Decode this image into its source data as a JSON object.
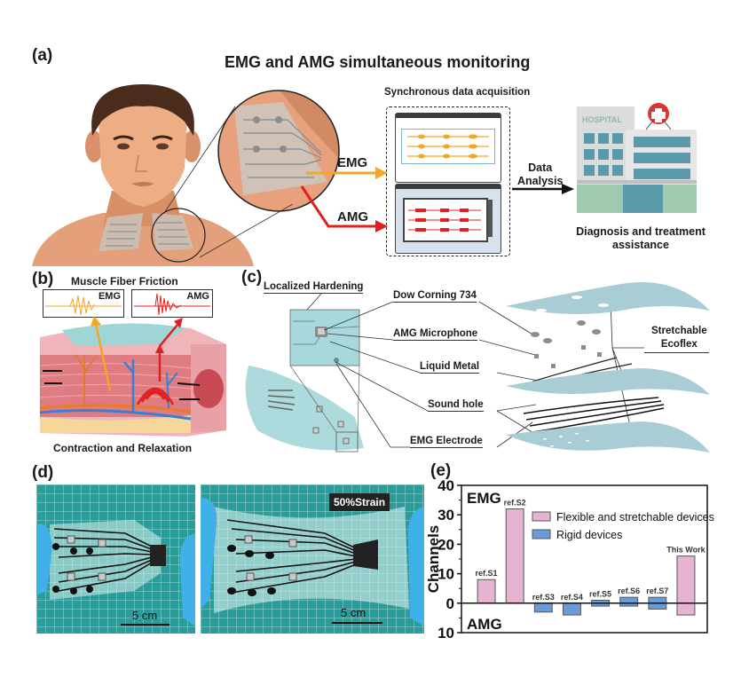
{
  "panel_a": {
    "label": "(a)",
    "title": "EMG and AMG simultaneous monitoring",
    "acquisition_label": "Synchronous data acquisition",
    "emg_label": "EMG",
    "amg_label": "AMG",
    "analysis_label_line1": "Data",
    "analysis_label_line2": "Analysis",
    "hospital_sign": "HOSPITAL",
    "outcome_line1": "Diagnosis and treatment",
    "outcome_line2": "assistance",
    "colors": {
      "emg": "#f5a623",
      "amg": "#e02020"
    }
  },
  "panel_b": {
    "label": "(b)",
    "title": "Muscle Fiber Friction",
    "emg_label": "EMG",
    "amg_label": "AMG",
    "caption": "Contraction and Relaxation"
  },
  "panel_c": {
    "label": "(c)",
    "callouts": [
      "Localized Hardening",
      "Dow Corning 734",
      "AMG Microphone",
      "Liquid Metal",
      "Sound hole",
      "EMG Electrode"
    ],
    "layer_label_line1": "Stretchable",
    "layer_label_line2": "Ecoflex"
  },
  "panel_d": {
    "label": "(d)",
    "left_scale": "5 cm",
    "right_scale": "5 cm",
    "strain_badge": "50%Strain"
  },
  "chart_data": {
    "type": "bar",
    "panel_label": "(e)",
    "title": "",
    "ylabel": "Channels",
    "xlabel": "",
    "ylim": [
      -10,
      40
    ],
    "yticks": [
      -10,
      0,
      10,
      20,
      30,
      40
    ],
    "ytick_labels": [
      "10",
      "0",
      "10",
      "20",
      "30",
      "40"
    ],
    "upper_region_label": "EMG",
    "lower_region_label": "AMG",
    "categories": [
      "ref.S1",
      "ref.S2",
      "ref.S3",
      "ref.S4",
      "ref.S5",
      "ref.S6",
      "ref.S7",
      "This Work"
    ],
    "device_type": [
      "flexible",
      "flexible",
      "rigid",
      "rigid",
      "rigid",
      "rigid",
      "rigid",
      "flexible"
    ],
    "series": [
      {
        "name": "EMG channels",
        "values": [
          8,
          32,
          0,
          0,
          1,
          2,
          2,
          16
        ]
      },
      {
        "name": "AMG channels",
        "values": [
          0,
          0,
          3,
          4,
          1,
          1,
          2,
          4
        ]
      }
    ],
    "legend": [
      {
        "label": "Flexible and stretchable devices",
        "color": "#e7b3d2"
      },
      {
        "label": "Rigid devices",
        "color": "#6b9bd6"
      }
    ],
    "legend_position": "top-right",
    "grid": false
  }
}
